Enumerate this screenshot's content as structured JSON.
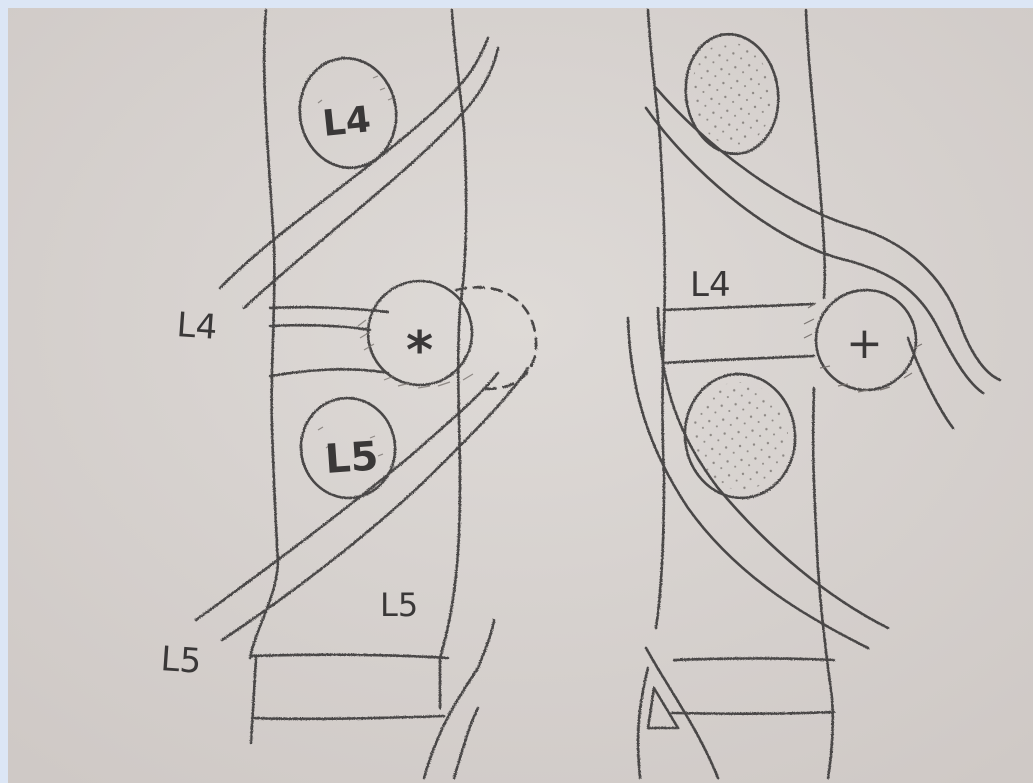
{
  "labels": {
    "left_vertebra_upper": "L4",
    "left_vertebra_lower": "L5",
    "left_root_upper": "L4",
    "left_root_lower": "L5",
    "left_lower_body": "L5",
    "left_lesion_mark": "*",
    "right_root": "L4",
    "right_lesion_mark": "+"
  },
  "colors": {
    "paper": "#d9d4d1",
    "pencil": "#4a4747",
    "shading": "#8a8480"
  }
}
